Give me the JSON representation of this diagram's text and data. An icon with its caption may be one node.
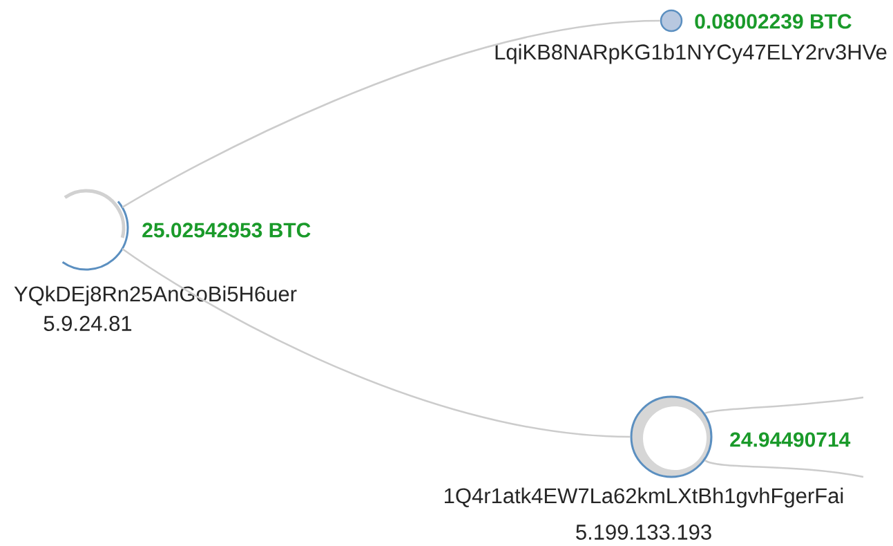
{
  "diagram": {
    "nodes": [
      {
        "text": [
          "25.02542953 BTC",
          "YQkDEj8Rn25AnGoBi5H6uer",
          "5.9.24.81"
        ]
      },
      {
        "text": [
          "0.08002239 BTC",
          "LqiKB8NARpKG1b1NYCy47ELY2rv3HVe"
        ]
      },
      {
        "text": [
          "24.94490714",
          "1Q4r1atk4EW7La62kmLXtBh1gvhFgerFai",
          "5.199.133.193"
        ]
      }
    ],
    "edges": [
      {
        "from": 0,
        "to": 1,
        "arrow": "none"
      },
      {
        "from": 0,
        "to": 2,
        "arrow": "none"
      },
      {
        "from": 2,
        "to": null,
        "arrow": "none"
      },
      {
        "from": 2,
        "to": null,
        "arrow": "none"
      }
    ]
  }
}
